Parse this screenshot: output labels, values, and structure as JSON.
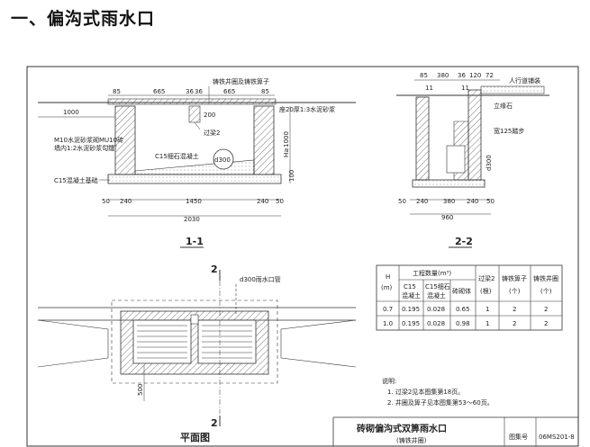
{
  "heading": "一、偏沟式雨水口",
  "section_11": {
    "title": "1-1",
    "top_dims": [
      "85",
      "665",
      "36",
      "36",
      "665",
      "85"
    ],
    "dim_200": "200",
    "label_grate": "铸铁井圈及铸铁箅子",
    "label_mortar_cap": "座20厚1:3水泥砂浆",
    "label_wall": "M10水泥砂浆砌MU10砖",
    "label_wall2": "墙内1:2水泥砂浆勾缝",
    "label_beam": "过梁2",
    "label_c15fine": "C15细石混凝土",
    "label_pipe": "d300",
    "label_base": "C15混凝土基础",
    "label_h": "H≥1000",
    "dim_1000": "1000",
    "dim_100": "100",
    "bottom_dims": [
      "50",
      "240",
      "1450",
      "240",
      "50"
    ],
    "total": "2030"
  },
  "section_22": {
    "title": "2-2",
    "top_dims": [
      "85",
      "380",
      "36",
      "120",
      "72"
    ],
    "sub_11a": "11",
    "sub_11b": "11",
    "label_walk": "人行道铺装",
    "label_curb": "立缘石",
    "label_step": "宽125踏步",
    "label_d300": "d300",
    "bottom_dims": [
      "50",
      "240",
      "380",
      "240",
      "50"
    ],
    "total": "960"
  },
  "plan": {
    "title": "平面图",
    "mark_top": "2",
    "mark_bottom": "2",
    "pipe_label": "d300雨水口管",
    "dim_500": "500"
  },
  "table": {
    "h_col": "H",
    "h_unit": "(m)",
    "qty_header": "工程数量(m³)",
    "c15": "C15",
    "c15_sub": "混凝土",
    "c15fine": "C15细石",
    "c15fine_sub": "混凝土",
    "brick": "砖砌体",
    "beam": "过梁2",
    "beam_unit": "(根)",
    "grate": "铸铁箅子",
    "grate_unit": "(个)",
    "ring": "铸铁井圈",
    "ring_unit": "(个)",
    "rows": [
      [
        "0.7",
        "0.195",
        "0.028",
        "0.65",
        "1",
        "2",
        "2"
      ],
      [
        "1.0",
        "0.195",
        "0.028",
        "0.98",
        "1",
        "2",
        "2"
      ]
    ]
  },
  "notes": {
    "title": "说明:",
    "n1": "1. 过梁2见本图集第18页。",
    "n2": "2. 井圈及箅子见本图集第53～60页。"
  },
  "title_block": {
    "name": "砖砌偏沟式双箅雨水口",
    "sub": "(铸铁井圈)",
    "fig_label": "图集号",
    "fig_no": "06MS201-8"
  }
}
